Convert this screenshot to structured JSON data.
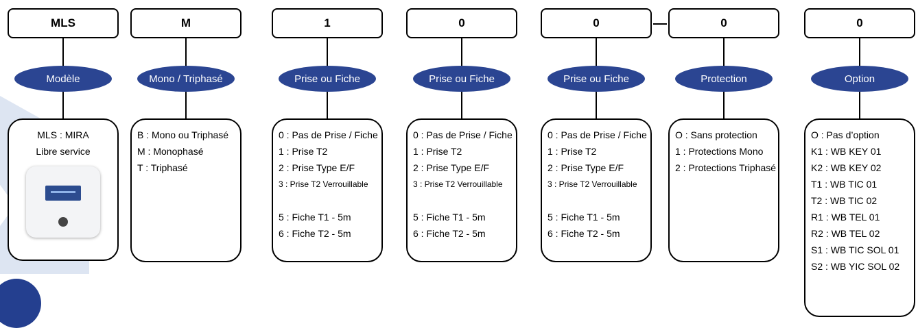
{
  "columns": [
    {
      "code": "MLS",
      "label": "Modèle",
      "lines": [
        "MLS : MIRA",
        "Libre service"
      ]
    },
    {
      "code": "M",
      "label": "Mono / Triphasé",
      "lines": [
        "B : Mono ou Triphasé",
        "M : Monophasé",
        "T :  Triphasé"
      ]
    },
    {
      "code": "1",
      "label": "Prise ou Fiche",
      "lines": [
        "0 : Pas de Prise / Fiche",
        "1 : Prise T2",
        "2 : Prise Type E/F",
        "3 : Prise T2 Verrouillable",
        "5 : Fiche T1 - 5m",
        "6 : Fiche T2 - 5m"
      ]
    },
    {
      "code": "0",
      "label": "Prise ou Fiche",
      "lines": [
        "0 : Pas de Prise / Fiche",
        "1 : Prise T2",
        "2 : Prise Type E/F",
        "3 : Prise T2 Verrouillable",
        "5 : Fiche T1 - 5m",
        "6 : Fiche T2 - 5m"
      ]
    },
    {
      "code": "0",
      "label": "Prise ou Fiche",
      "lines": [
        "0 : Pas de Prise / Fiche",
        "1 : Prise T2",
        "2 : Prise Type E/F",
        "3 : Prise T2 Verrouillable",
        "5 : Fiche T1 - 5m",
        "6 : Fiche T2 - 5m"
      ]
    },
    {
      "code": "0",
      "label": "Protection",
      "lines": [
        "O : Sans protection",
        "1 : Protections Mono",
        "2 : Protections Triphasé"
      ]
    },
    {
      "code": "0",
      "label": "Option",
      "lines": [
        "O : Pas d’option",
        "K1 : WB KEY 01",
        "K2 : WB KEY 02",
        "T1 : WB TIC 01",
        "T2 : WB TIC 02",
        "R1 : WB TEL 01",
        "R2 :  WB TEL 02",
        "S1 : WB TIC SOL 01",
        "S2 : WB YIC SOL 02"
      ]
    }
  ],
  "colors": {
    "pill_fill": "#2b4592",
    "pill_text": "#ffffff",
    "border": "#000000",
    "deco_light": "#dde5f2",
    "deco_dark": "#243f8f"
  }
}
